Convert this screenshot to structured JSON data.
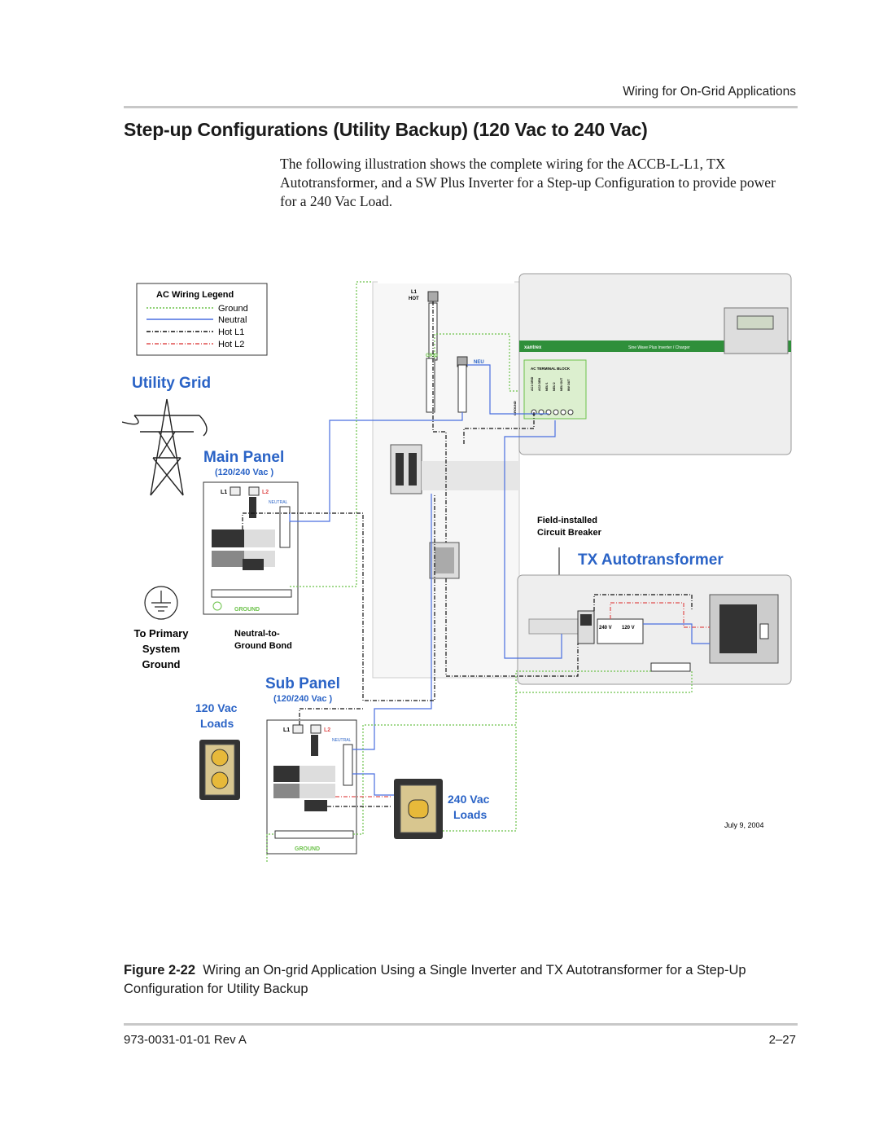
{
  "header": {
    "running_title": "Wiring for On-Grid Applications"
  },
  "section": {
    "title": "Step-up Configurations (Utility Backup) (120 Vac to 240 Vac)",
    "intro": "The following illustration shows the complete wiring for the ACCB-L-L1, TX Autotransformer, and a SW Plus Inverter for a Step-up Configuration to provide power for a 240 Vac Load."
  },
  "figure": {
    "legend": {
      "title": "AC Wiring Legend",
      "items": [
        "Ground",
        "Neutral",
        "Hot L1",
        "Hot L2"
      ]
    },
    "colors": {
      "ground": "#6cc24a",
      "neutral": "#4a6fe0",
      "hot_l1": "#111111",
      "hot_l2": "#e05050",
      "heading_blue": "#2a63c6",
      "inverter_green": "#2f8f3a"
    },
    "utility_grid": "Utility Grid",
    "main_panel": {
      "title": "Main Panel",
      "subtitle": "(120/240 Vac )",
      "l1": "L1",
      "l2": "L2",
      "neutral": "NEUTRAL",
      "ground": "GROUND"
    },
    "primary_ground": {
      "line1": "To Primary",
      "line2": "System",
      "line3": "Ground"
    },
    "bond": {
      "line1": "Neutral-to-",
      "line2": "Ground Bond"
    },
    "sub_panel": {
      "title": "Sub Panel",
      "subtitle": "(120/240 Vac )",
      "l1": "L1",
      "l2": "L2",
      "neutral": "NEUTRAL",
      "ground": "GROUND"
    },
    "loads_120": {
      "line1": "120 Vac",
      "line2": "Loads"
    },
    "loads_240": {
      "line1": "240 Vac",
      "line2": "Loads"
    },
    "accb": {
      "l1": "L1",
      "hot": "HOT",
      "grid": "GRID",
      "neu": "NEU"
    },
    "inverter": {
      "brand": "xantrex",
      "model": "Sine Wave Plus Inverter / Charger",
      "terminal_block": "AC TERMINAL BLOCK",
      "terminals": [
        "AC1 GRID",
        "AC2 GEN",
        "NEU 1",
        "NEU 2",
        "NEU OUT",
        "INV OUT"
      ],
      "ground_label": "GROUND"
    },
    "breaker_callout": {
      "line1": "Field-installed",
      "line2": "Circuit Breaker"
    },
    "autotransformer": {
      "title": "TX Autotransformer",
      "tap_240": "240 V",
      "tap_120": "120 V"
    },
    "date": "July 9, 2004"
  },
  "caption": {
    "label": "Figure 2-22",
    "text": "Wiring an On-grid Application Using a Single Inverter and TX Autotransformer for a Step-Up Configuration for Utility Backup"
  },
  "footer": {
    "doc_number": "973-0031-01-01 Rev A",
    "page": "2–27"
  }
}
